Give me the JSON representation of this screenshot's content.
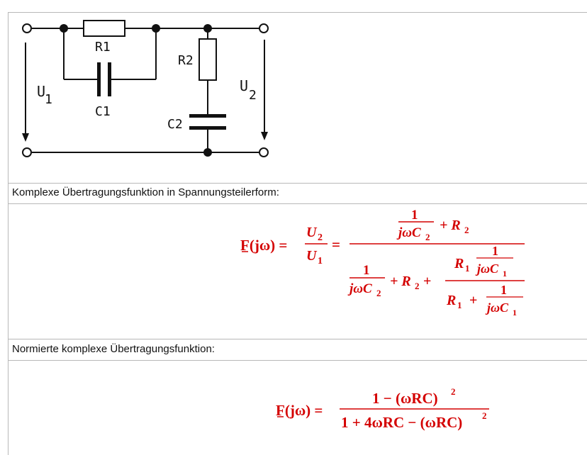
{
  "circuit": {
    "labels": {
      "r1": "R1",
      "c1": "C1",
      "r2": "R2",
      "c2": "C2",
      "u1_main": "U",
      "u1_sub": "1",
      "u2_main": "U",
      "u2_sub": "2"
    }
  },
  "rows": {
    "row1_label": "Komplexe Übertragungsfunktion in Spannungsteilerform:",
    "row2_label": "Normierte komplexe Übertragungsfunktion:"
  },
  "formula1": {
    "lhs": "F(jω) =",
    "frac_u_top": "U",
    "frac_u_top_sub": "2",
    "frac_u_bot": "U",
    "frac_u_bot_sub": "1",
    "eq": "=",
    "one": "1",
    "jw": "jωC",
    "sub2": "2",
    "sub1": "1",
    "plus_r2": "+ R",
    "r_sub2": "2",
    "r1": "R",
    "r1_sub": "1",
    "plus": "+"
  },
  "formula2": {
    "lhs": "F(jω) =",
    "numerator": "1 − (ωRC)",
    "denominator": "1 + 4ωRC − (ωRC)",
    "exp": "2"
  }
}
